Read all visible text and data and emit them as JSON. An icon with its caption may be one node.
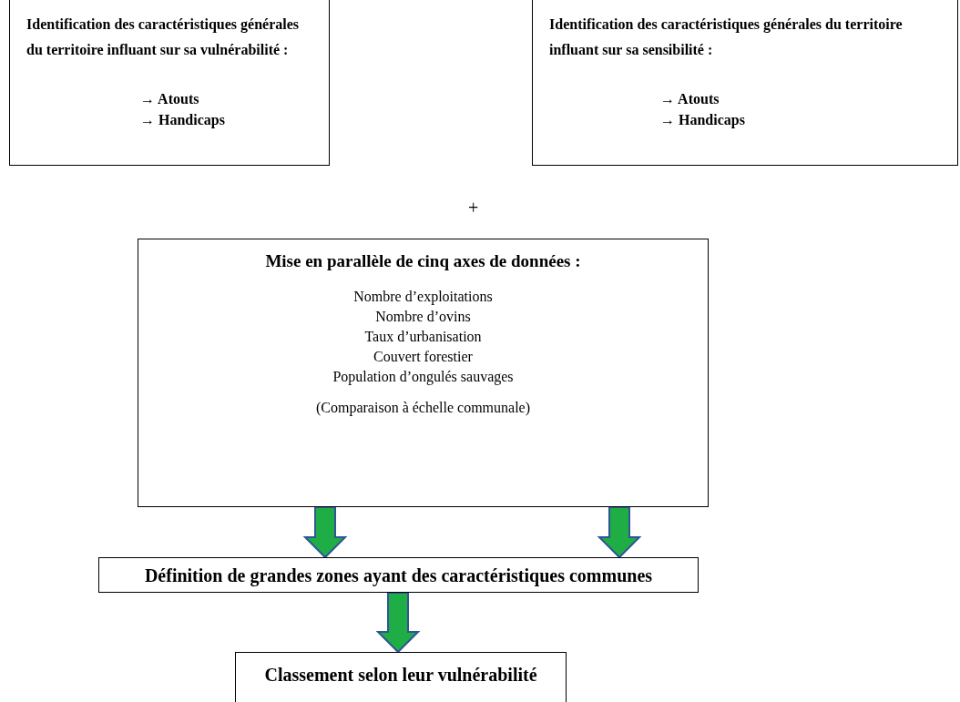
{
  "diagram": {
    "nodes": [
      {
        "text": [
          "Identification des caractéristiques générales du territoire influant sur sa vulnérabilité :",
          "→ Atouts",
          "→ Handicaps"
        ]
      },
      {
        "text": [
          "Identification des caractéristiques générales du territoire influant sur sa sensibilité :",
          "→ Atouts",
          "→ Handicaps"
        ]
      },
      {
        "text": [
          "Mise en parallèle de cinq axes de données :",
          "Nombre d’exploitations",
          "Nombre d’ovins",
          "Taux d’urbanisation",
          "Couvert forestier",
          "Population d’ongulés sauvages",
          "(Comparaison à échelle communale)"
        ]
      },
      {
        "text": [
          "Définition de grandes zones ayant des caractéristiques communes"
        ]
      },
      {
        "text": [
          "Classement selon leur vulnérabilité"
        ]
      }
    ],
    "edges": [
      {
        "from": 2,
        "to": 3,
        "arrow": "to",
        "style": "thick"
      },
      {
        "from": 2,
        "to": 3,
        "arrow": "to",
        "style": "thick"
      },
      {
        "from": 3,
        "to": 4,
        "arrow": "to",
        "style": "thick"
      }
    ],
    "labels": [
      "+"
    ]
  }
}
